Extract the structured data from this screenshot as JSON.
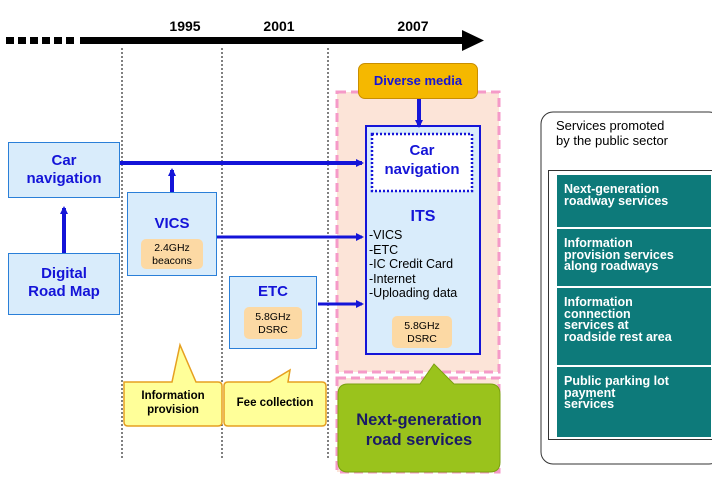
{
  "timeline": {
    "years": [
      "1995",
      "2001",
      "2007"
    ]
  },
  "boxes": {
    "car_navigation_left": "Car\nnavigation",
    "digital_road_map": "Digital\nRoad Map",
    "vics": {
      "title": "VICS",
      "badge": "2.4GHz\nbeacons"
    },
    "etc": {
      "title": "ETC",
      "badge": "5.8GHz\nDSRC"
    },
    "diverse_media": "Diverse media",
    "car_navigation_right": "Car\nnavigation",
    "its": {
      "title": "ITS",
      "items": [
        "-VICS",
        "-ETC",
        "-IC Credit Card",
        "-Internet",
        "-Uploading data"
      ],
      "badge": "5.8GHz\nDSRC"
    }
  },
  "callouts": {
    "information_provision": "Information\nprovision",
    "fee_collection": "Fee collection",
    "next_generation": "Next-generation\nroad services"
  },
  "public_sector": {
    "title": "Services promoted\nby the public sector",
    "items": [
      "Next-generation\nroadway services",
      "Information\nprovision services\nalong roadways",
      "Information\nconnection\nservices at\nroadside rest area",
      "Public parking lot\npayment\nservices"
    ]
  },
  "colors": {
    "blue": "#1414d8",
    "light_blue": "#d9ecfb",
    "orange_badge": "#fcd9a4",
    "gold": "#f5b800",
    "green": "#9ac31c",
    "teal": "#0d7a7a",
    "pink_dash": "#f59ac8",
    "callout_yellow": "#ffff99"
  }
}
